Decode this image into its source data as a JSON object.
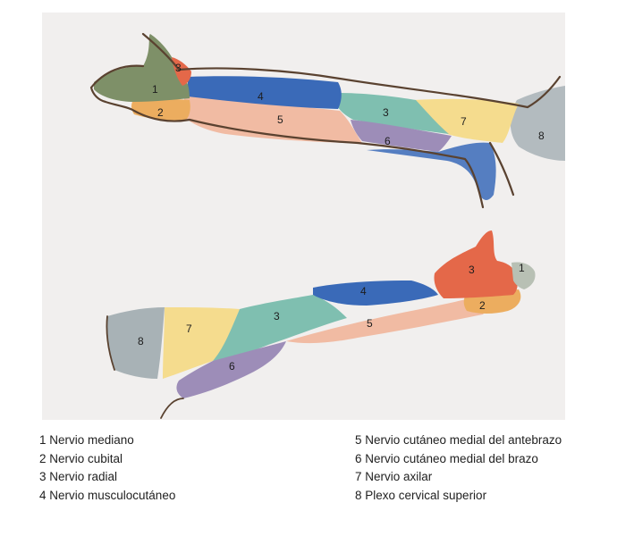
{
  "figure": {
    "colors": {
      "background": "#f1efee",
      "outline": "#5a4230",
      "nerve_1": "#7e9068",
      "nerve_2": "#ecad5f",
      "nerve_3": "#7fbfb0",
      "nerve_4": "#3a6ab8",
      "nerve_5": "#f1bba3",
      "nerve_6": "#9d8db8",
      "nerve_7": "#f5dc8e",
      "nerve_8": "#a8b2b6",
      "radial_hand": "#e46849"
    },
    "zone_numbers": [
      "1",
      "2",
      "3",
      "4",
      "5",
      "6",
      "7",
      "8"
    ]
  },
  "legend": {
    "left": [
      "1 Nervio mediano",
      "2 Nervio cubital",
      "3 Nervio radial",
      "4 Nervio musculocutáneo"
    ],
    "right": [
      "5 Nervio cutáneo medial del antebrazo",
      "6 Nervio cutáneo medial del brazo",
      "7 Nervio axilar",
      "8 Plexo cervical superior"
    ]
  }
}
